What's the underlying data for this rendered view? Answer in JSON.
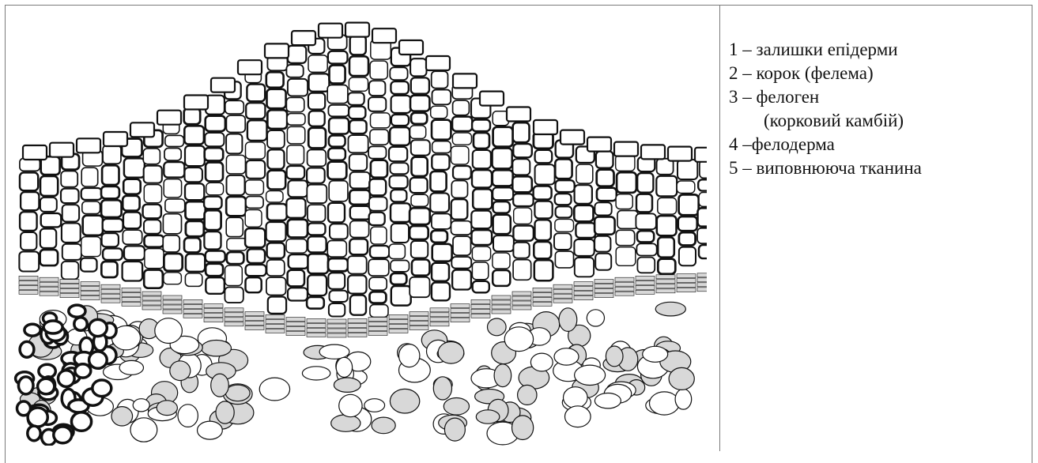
{
  "legend": {
    "items": [
      {
        "text": "1 – залишки епідерми"
      },
      {
        "text": "2 – корок (фелема)"
      },
      {
        "text": "3 – фелоген"
      },
      {
        "text": "(корковий камбій)"
      },
      {
        "text": "4 –фелодерма"
      },
      {
        "text": "5 – виповнююча тканина"
      }
    ]
  },
  "colors": {
    "ink": "#111111",
    "border": "#7a7a7a",
    "cell_fill": "#ffffff",
    "stipple": "#d8d8d8"
  }
}
